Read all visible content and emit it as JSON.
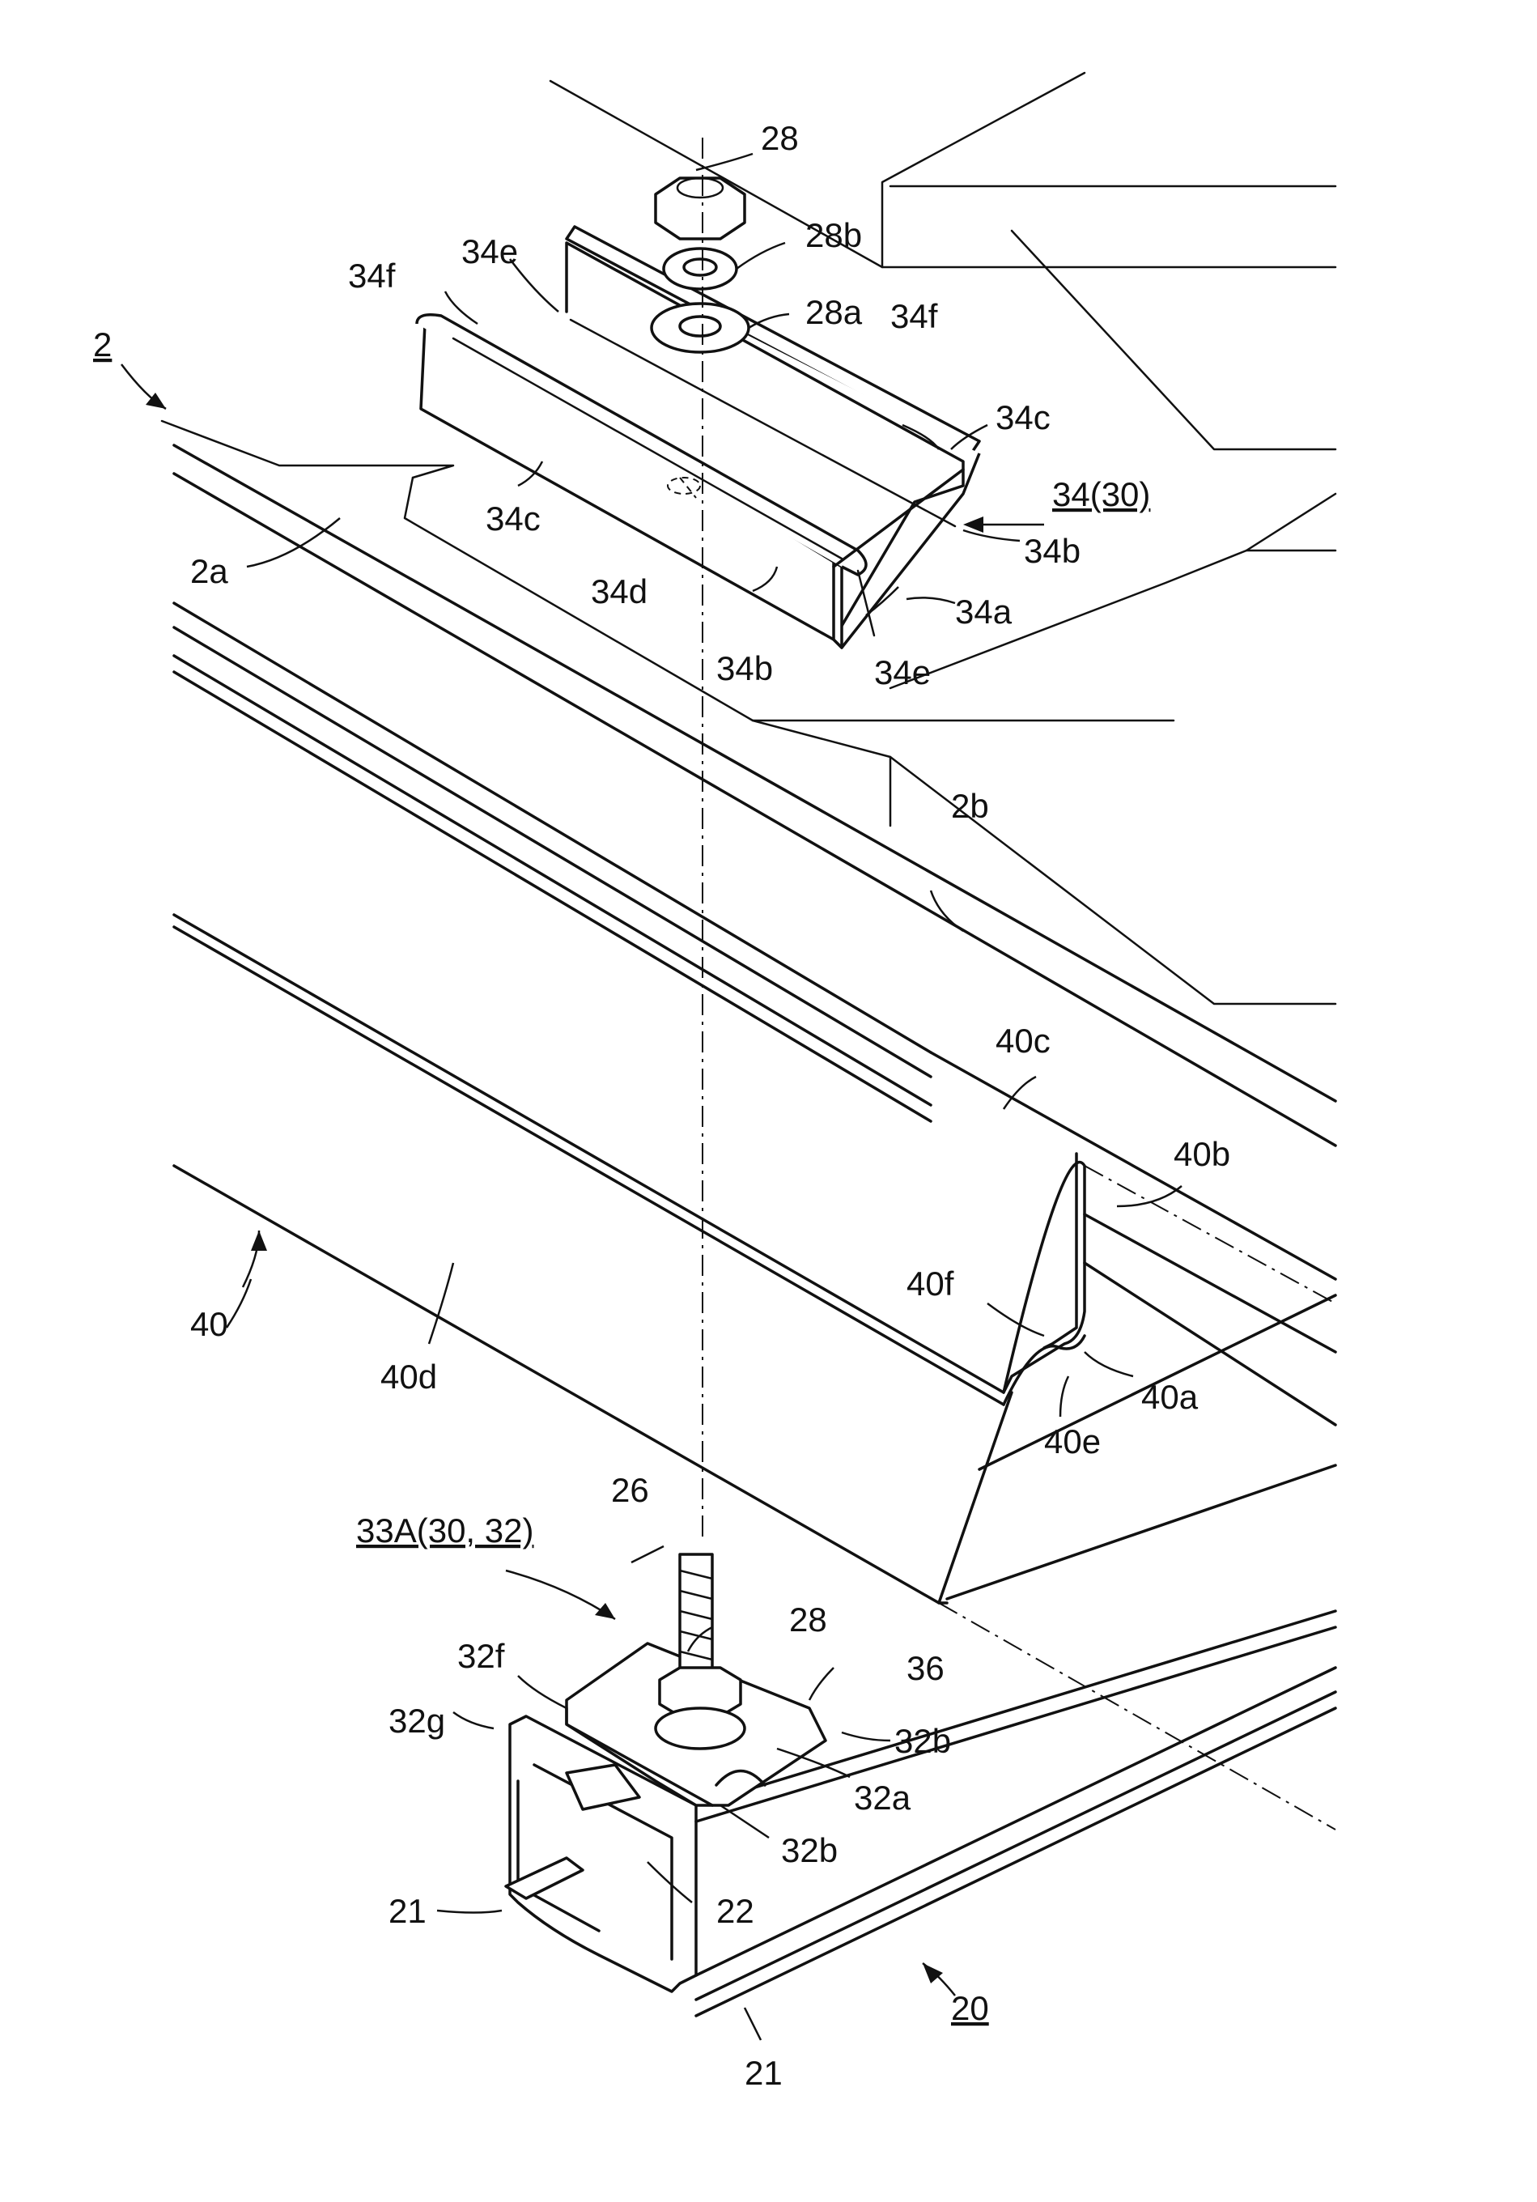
{
  "labels": {
    "assembly_2": "2",
    "nut_28_top": "28",
    "washer_28b": "28b",
    "washer_28a": "28a",
    "flange_34f_left": "34f",
    "flange_34f_right": "34f",
    "groove_34e_top": "34e",
    "groove_34e_bottom": "34e",
    "lip_34c_left": "34c",
    "lip_34c_right": "34c",
    "bracket_34": "34(30)",
    "wall_34b_right": "34b",
    "wall_34b_bottom": "34b",
    "base_34a": "34a",
    "hole_34d": "34d",
    "panel_2a": "2a",
    "panel_2b": "2b",
    "member_40": "40",
    "edge_40c": "40c",
    "face_40b": "40b",
    "bend_40f": "40f",
    "base_40a": "40a",
    "groove_40e": "40e",
    "face_40d": "40d",
    "bolt_26": "26",
    "clamp_33A": "33A(30, 32)",
    "nut_28_bottom": "28",
    "flange_32f": "32f",
    "edge_32g": "32g",
    "slot_36": "36",
    "notch_32b_right": "32b",
    "plate_32a": "32a",
    "notch_32b_bottom": "32b",
    "rail_channel_22": "22",
    "rail_groove_21_left": "21",
    "rail_groove_21_bottom": "21",
    "rail_20": "20"
  }
}
